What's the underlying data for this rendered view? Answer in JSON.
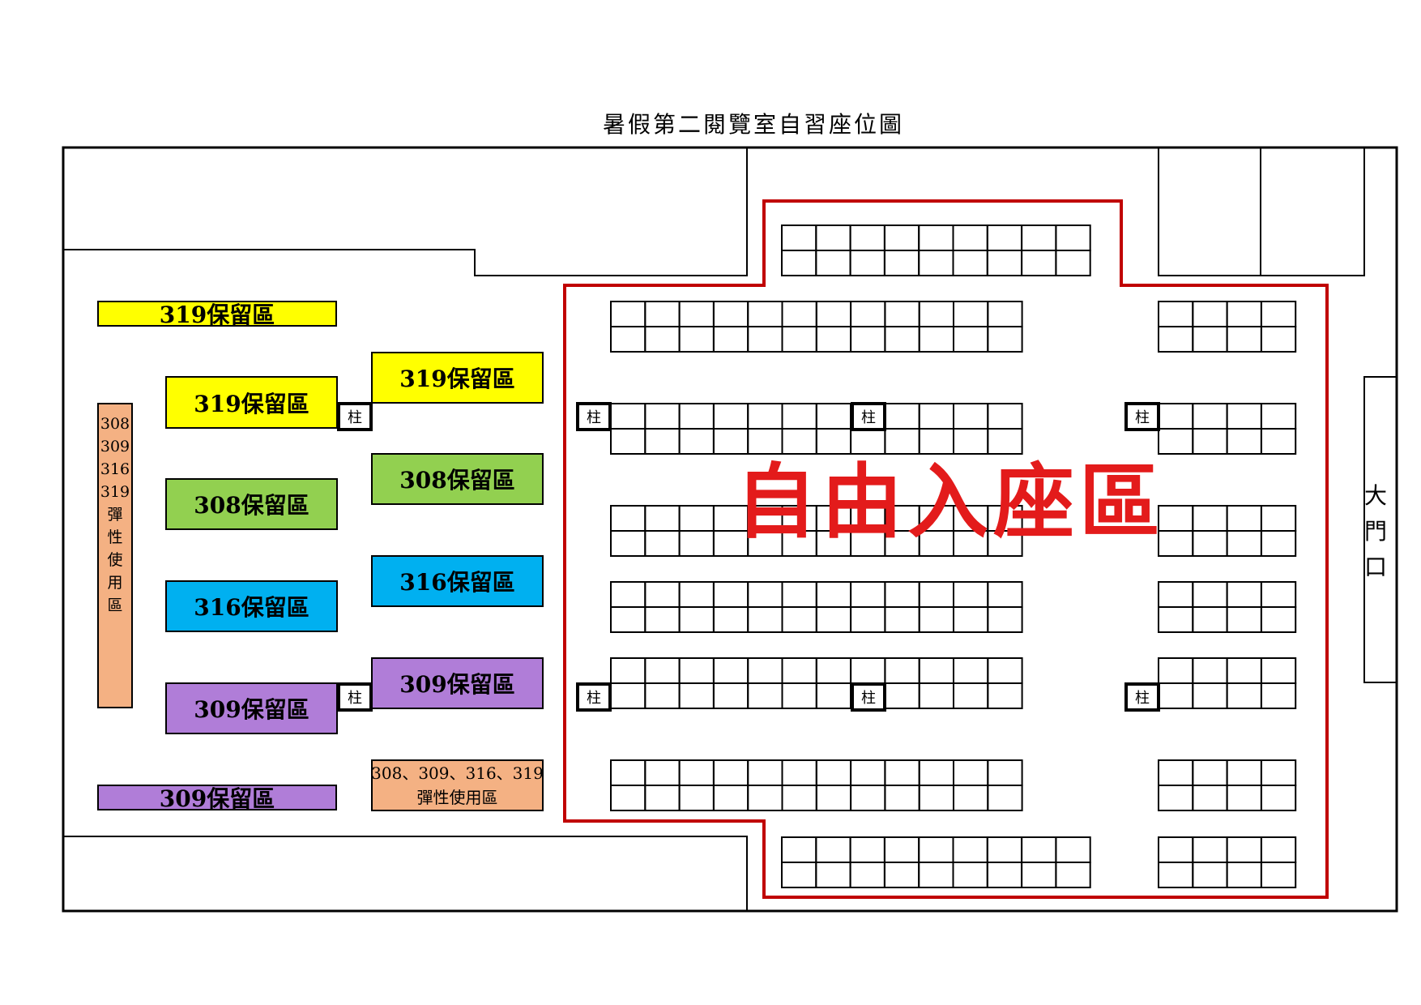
{
  "title": "暑假第二閱覽室自習座位圖",
  "colors": {
    "yellow": "#ffff00",
    "green": "#92d050",
    "blue": "#00b0f0",
    "purple": "#b07dd8",
    "orange": "#f4b183",
    "free_zone_border": "#c00000",
    "free_zone_text": "#e31b1b"
  },
  "zones": {
    "z319_top": "319保留區",
    "z319_left": "319保留區",
    "z319_right": "319保留區",
    "z308_left": "308保留區",
    "z308_right": "308保留區",
    "z316_left": "316保留區",
    "z316_right": "316保留區",
    "z309_left": "309保留區",
    "z309_right": "309保留區",
    "z309_bottom": "309保留區",
    "flex_vertical": [
      "308",
      "309",
      "316",
      "319",
      "彈",
      "性",
      "使",
      "用",
      "區"
    ],
    "flex_box_line1": "308、309、316、319",
    "flex_box_line2": "彈性使用區"
  },
  "pillar_label": "柱",
  "free_zone_label": "自由入座區",
  "door_label": [
    "大",
    "門",
    "口"
  ]
}
